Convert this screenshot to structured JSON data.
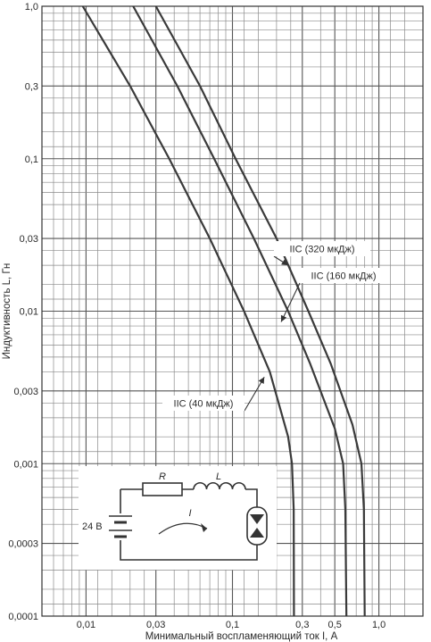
{
  "chart_data": {
    "type": "line",
    "x_scale": "log",
    "y_scale": "log",
    "xlim": [
      0.005,
      2
    ],
    "ylim": [
      0.0001,
      1.0
    ],
    "xlabel": "Минимальный воспламеняющий ток I, А",
    "ylabel": "Индуктивность L, Гн",
    "x_ticks": [
      {
        "value": 0.01,
        "label": "0,01"
      },
      {
        "value": 0.03,
        "label": "0,03"
      },
      {
        "value": 0.1,
        "label": "0,1"
      },
      {
        "value": 0.3,
        "label": "0,3"
      },
      {
        "value": 0.5,
        "label": "0,5"
      },
      {
        "value": 1.0,
        "label": "1,0"
      }
    ],
    "y_ticks": [
      {
        "value": 1.0,
        "label": "1,0"
      },
      {
        "value": 0.3,
        "label": "0,3"
      },
      {
        "value": 0.1,
        "label": "0,1"
      },
      {
        "value": 0.03,
        "label": "0,03"
      },
      {
        "value": 0.01,
        "label": "0,01"
      },
      {
        "value": 0.003,
        "label": "0,003"
      },
      {
        "value": 0.001,
        "label": "0,001"
      },
      {
        "value": 0.0003,
        "label": "0,0003"
      },
      {
        "value": 0.0001,
        "label": "0,0001"
      }
    ],
    "grid": true,
    "series": [
      {
        "name": "IIC (40 мкДж)",
        "points": [
          [
            0.0095,
            1.0
          ],
          [
            0.02,
            0.3
          ],
          [
            0.037,
            0.1
          ],
          [
            0.07,
            0.03
          ],
          [
            0.12,
            0.01
          ],
          [
            0.18,
            0.004
          ],
          [
            0.24,
            0.0015
          ],
          [
            0.255,
            0.001
          ],
          [
            0.262,
            0.0005
          ],
          [
            0.263,
            0.0001
          ]
        ]
      },
      {
        "name": "IIC (160 мкДж)",
        "points": [
          [
            0.021,
            1.0
          ],
          [
            0.042,
            0.3
          ],
          [
            0.075,
            0.1
          ],
          [
            0.14,
            0.03
          ],
          [
            0.24,
            0.01
          ],
          [
            0.34,
            0.0045
          ],
          [
            0.5,
            0.0017
          ],
          [
            0.57,
            0.001
          ],
          [
            0.59,
            0.0005
          ],
          [
            0.6,
            0.0001
          ]
        ]
      },
      {
        "name": "IIC (320 мкДж)",
        "points": [
          [
            0.03,
            1.0
          ],
          [
            0.06,
            0.3
          ],
          [
            0.105,
            0.1
          ],
          [
            0.2,
            0.03
          ],
          [
            0.33,
            0.01
          ],
          [
            0.47,
            0.0045
          ],
          [
            0.66,
            0.0018
          ],
          [
            0.76,
            0.001
          ],
          [
            0.79,
            0.0005
          ],
          [
            0.8,
            0.0001
          ]
        ]
      }
    ],
    "annotations": [
      {
        "series": 2,
        "text": "IIC (320 мкДж)",
        "at": [
          0.24,
          0.02
        ]
      },
      {
        "series": 1,
        "text": "IIC (160 мкДж)",
        "at": [
          0.215,
          0.0085
        ]
      },
      {
        "series": 0,
        "text": "IIC (40 мкДж)",
        "at": [
          0.165,
          0.0037
        ]
      }
    ]
  },
  "inset_circuit": {
    "resistor_label": "R",
    "inductor_label": "L",
    "current_label": "I",
    "voltage_label": "24 В"
  }
}
